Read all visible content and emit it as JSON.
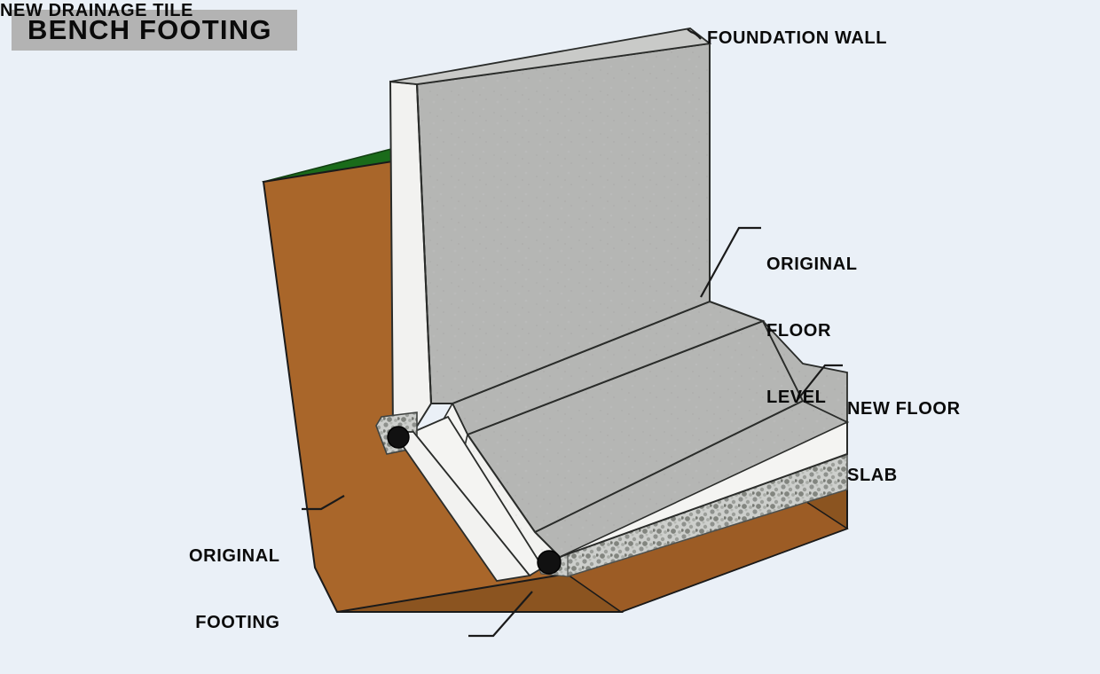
{
  "title": {
    "text": "BENCH FOOTING",
    "badge_color": "#b3b3b3",
    "text_color": "#0a0a0a"
  },
  "background_color": "#eaf0f7",
  "diagram": {
    "kind": "construction-cross-section",
    "subject": "Bench footing basement underpinning detail",
    "labels": [
      {
        "id": "foundation-wall",
        "text": "FOUNDATION WALL",
        "lines": [
          "FOUNDATION WALL"
        ],
        "position": "top-right"
      },
      {
        "id": "original-floor-level",
        "text": "ORIGINAL FLOOR LEVEL",
        "lines": [
          "ORIGINAL",
          "FLOOR",
          "LEVEL"
        ],
        "position": "right"
      },
      {
        "id": "new-floor-slab",
        "text": "NEW FLOOR SLAB",
        "lines": [
          "NEW FLOOR",
          "SLAB"
        ],
        "position": "right"
      },
      {
        "id": "original-footing",
        "text": "ORIGINAL FOOTING",
        "lines": [
          "ORIGINAL",
          "FOOTING"
        ],
        "position": "left"
      },
      {
        "id": "new-drainage-tile",
        "text": "NEW DRAINAGE TILE",
        "lines": [
          "NEW DRAINAGE TILE"
        ],
        "position": "bottom-left"
      }
    ],
    "materials": {
      "concrete_face": "#b5b6b4",
      "concrete_light": "#f2f2f0",
      "concrete_top": "#c6c7c5",
      "soil": "#a9662a",
      "soil_shadow": "#8b5420",
      "grass": "#1a6b1a",
      "gravel": "#c9cbc8",
      "drain_pipe": "#111111",
      "outline": "#1a1a1a"
    }
  }
}
